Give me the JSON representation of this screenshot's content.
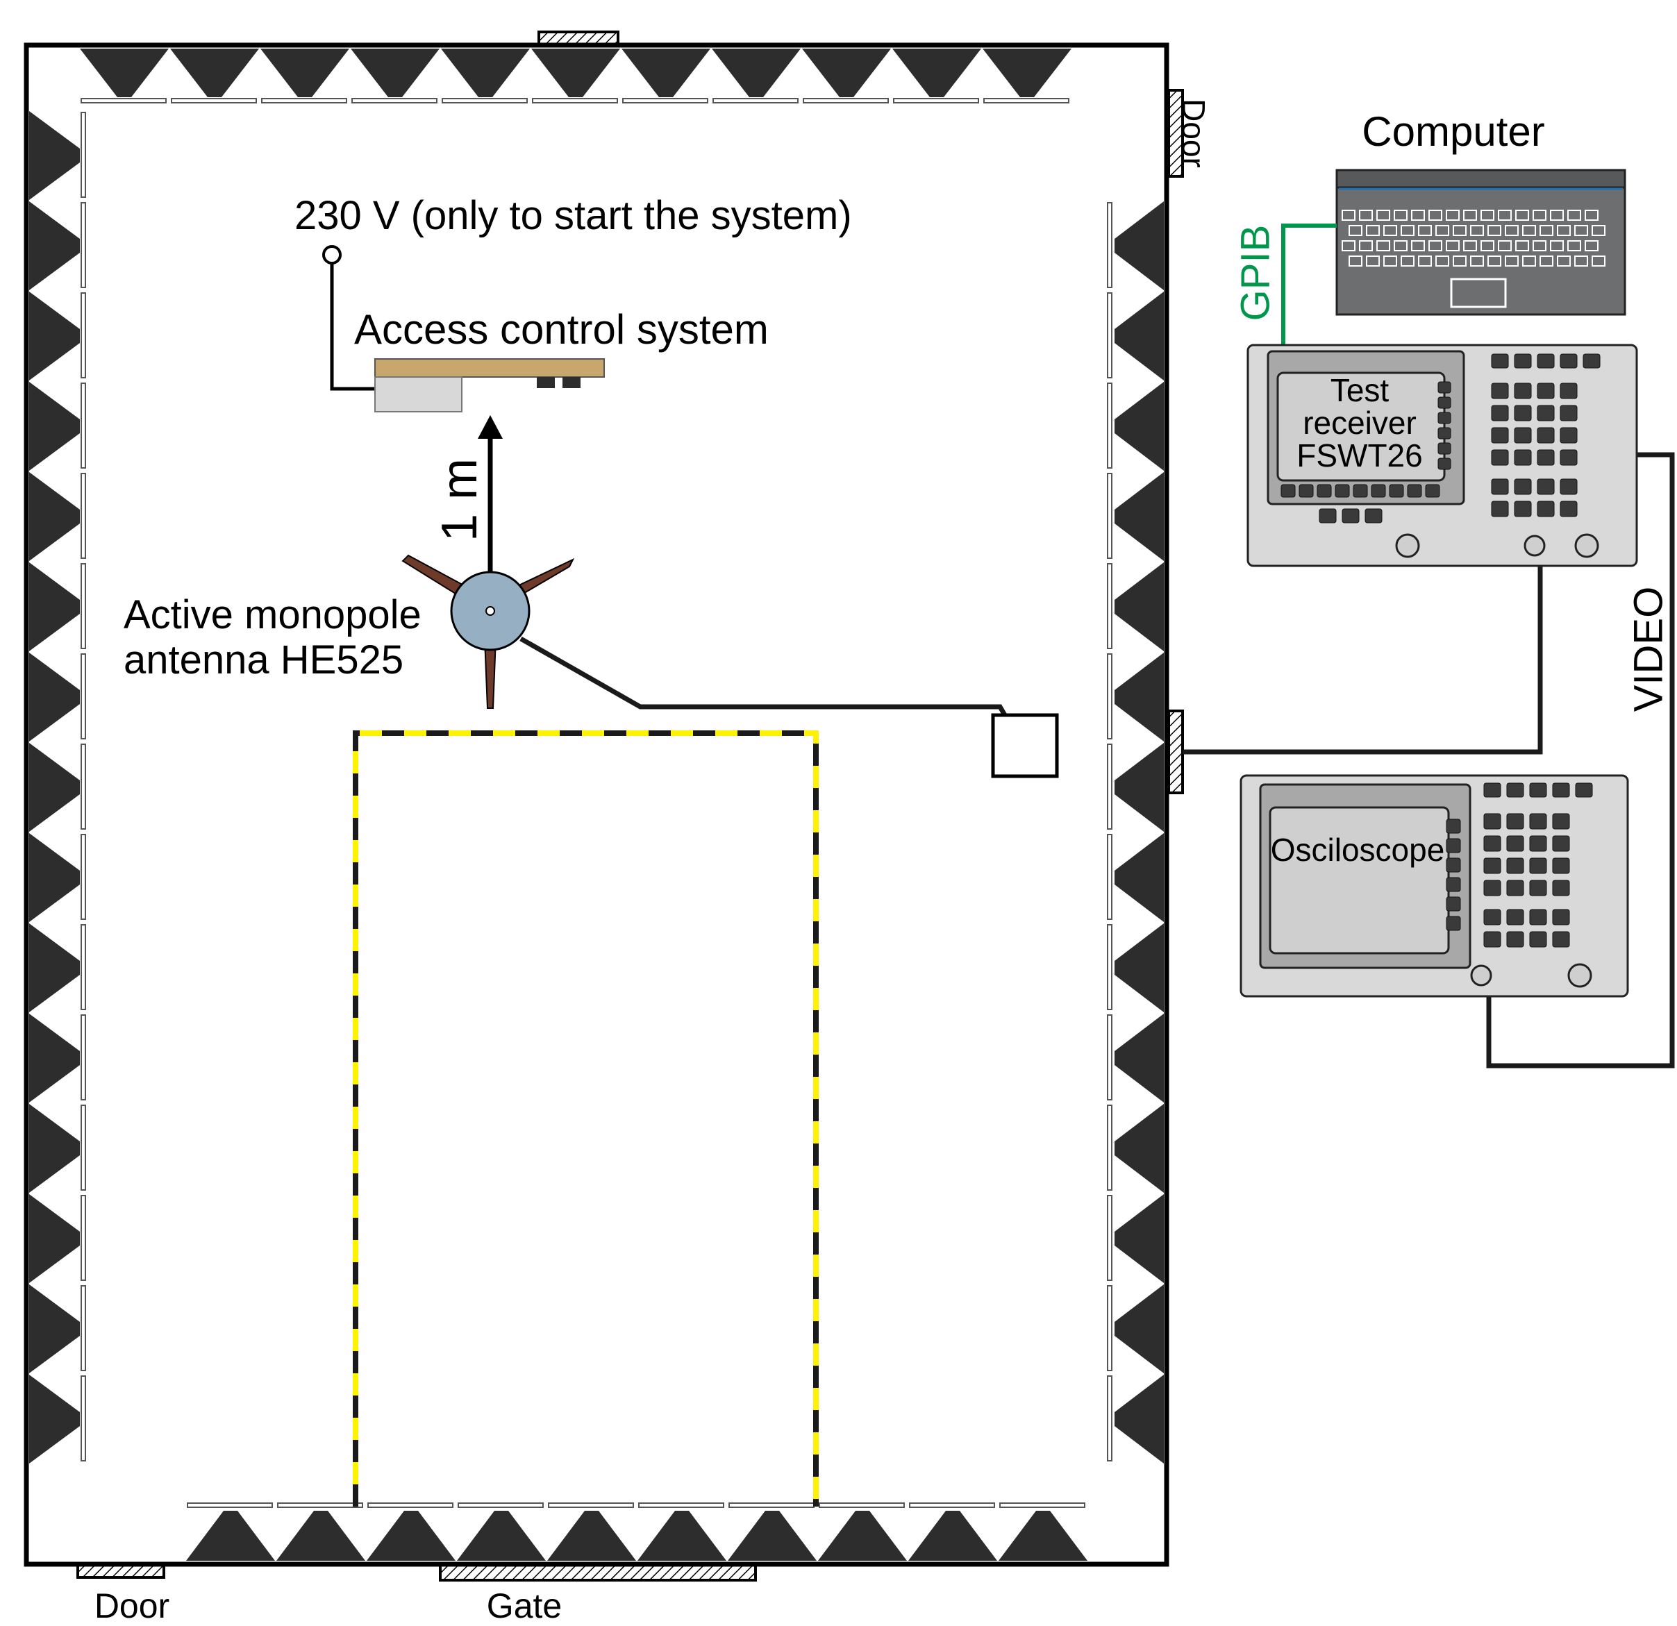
{
  "labels": {
    "power": "230 V (only to start the system)",
    "access_control": "Access control system",
    "distance": "1 m",
    "antenna_line1": "Active monopole",
    "antenna_line2": "antenna HE525",
    "computer": "Computer",
    "gpib": "GPIB",
    "receiver_line1": "Test",
    "receiver_line2": "receiver",
    "receiver_line3": "FSWT26",
    "oscilloscope": "Osciloscope",
    "video": "VIDEO",
    "door_top_right": "Door",
    "door_bottom": "Door",
    "gate": "Gate"
  },
  "colors": {
    "wall": "#000000",
    "absorber": "#2d2d2d",
    "gpib_cable": "#00964b",
    "barrier_yellow": "#fff200",
    "access_board": "#c7a76b",
    "access_box": "#d8d8d8",
    "antenna_hub": "#96afc3",
    "antenna_arm": "#6e3a2a",
    "instrument_body": "#d9d9d9",
    "screen": "#cfcfcf",
    "computer_body": "#6d6e70"
  }
}
